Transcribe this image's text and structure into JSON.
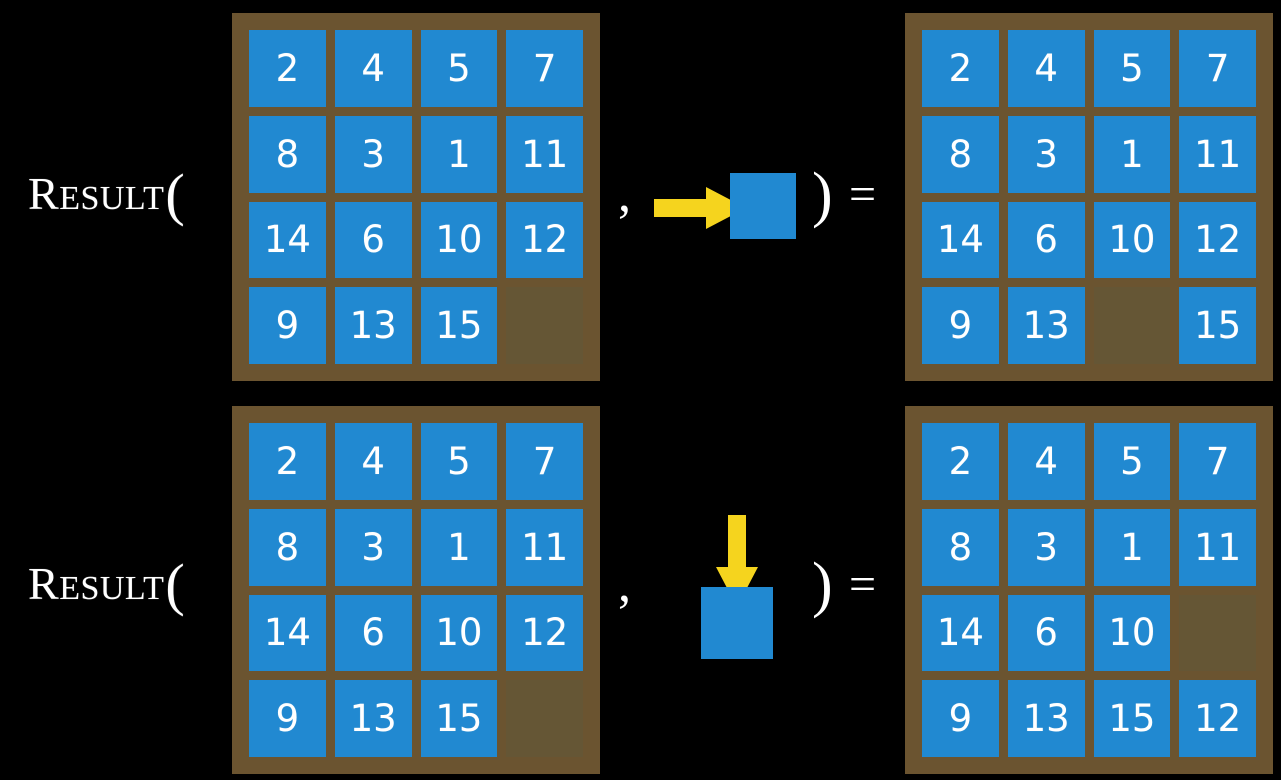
{
  "background_color": "#000000",
  "colors": {
    "tile": "#2189d1",
    "board_border": "#6b5430",
    "blank_cell": "#655635",
    "arrow": "#f5d41e",
    "text": "#ffffff"
  },
  "rows": [
    {
      "label": {
        "first_letter": "R",
        "rest": "ESULT",
        "open_paren": "("
      },
      "comma": ",",
      "operator": {
        "arrow_direction": "right",
        "arrow_icon_name": "arrow-right-icon",
        "tile_label": ""
      },
      "close_paren": ")",
      "equals": "=",
      "input_board": {
        "rows": 4,
        "cols": 4,
        "cells": [
          [
            "2",
            "4",
            "5",
            "7"
          ],
          [
            "8",
            "3",
            "1",
            "11"
          ],
          [
            "14",
            "6",
            "10",
            "12"
          ],
          [
            "9",
            "13",
            "15",
            ""
          ]
        ],
        "blank_position": [
          3,
          3
        ]
      },
      "output_board": {
        "rows": 4,
        "cols": 4,
        "cells": [
          [
            "2",
            "4",
            "5",
            "7"
          ],
          [
            "8",
            "3",
            "1",
            "11"
          ],
          [
            "14",
            "6",
            "10",
            "12"
          ],
          [
            "9",
            "13",
            "",
            "15"
          ]
        ],
        "blank_position": [
          3,
          2
        ]
      }
    },
    {
      "label": {
        "first_letter": "R",
        "rest": "ESULT",
        "open_paren": "("
      },
      "comma": ",",
      "operator": {
        "arrow_direction": "down",
        "arrow_icon_name": "arrow-down-icon",
        "tile_label": ""
      },
      "close_paren": ")",
      "equals": "=",
      "input_board": {
        "rows": 4,
        "cols": 4,
        "cells": [
          [
            "2",
            "4",
            "5",
            "7"
          ],
          [
            "8",
            "3",
            "1",
            "11"
          ],
          [
            "14",
            "6",
            "10",
            "12"
          ],
          [
            "9",
            "13",
            "15",
            ""
          ]
        ],
        "blank_position": [
          3,
          3
        ]
      },
      "output_board": {
        "rows": 4,
        "cols": 4,
        "cells": [
          [
            "2",
            "4",
            "5",
            "7"
          ],
          [
            "8",
            "3",
            "1",
            "11"
          ],
          [
            "14",
            "6",
            "10",
            ""
          ],
          [
            "9",
            "13",
            "15",
            "12"
          ]
        ],
        "blank_position": [
          2,
          3
        ]
      }
    }
  ]
}
